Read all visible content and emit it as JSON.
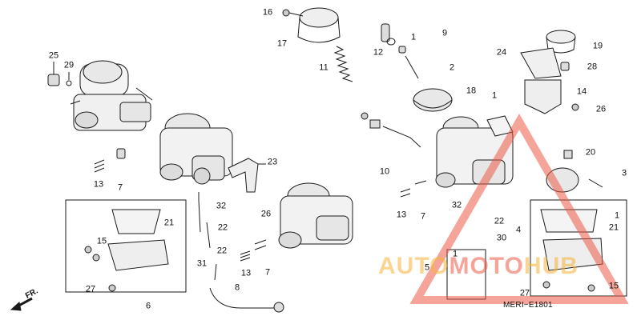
{
  "diagram": {
    "front_label": "FR.",
    "diagram_code": "MERI−E1801",
    "watermark": {
      "part1": "AUTO",
      "part2": "MOTO",
      "part3": "HUB",
      "colors": {
        "main": "#f6b236",
        "accent": "#eb5a46"
      }
    },
    "callouts": [
      "16",
      "17",
      "11",
      "1",
      "9",
      "12",
      "2",
      "18",
      "19",
      "24",
      "28",
      "25",
      "29",
      "14",
      "26",
      "1",
      "20",
      "3",
      "23",
      "13",
      "7",
      "10",
      "13",
      "7",
      "32",
      "26",
      "21",
      "4",
      "1",
      "21",
      "15",
      "22",
      "30",
      "31",
      "22",
      "13",
      "7",
      "8",
      "5",
      "1",
      "27",
      "6",
      "27",
      "15",
      "32",
      "22"
    ],
    "line_color": "#1a1a1a"
  }
}
